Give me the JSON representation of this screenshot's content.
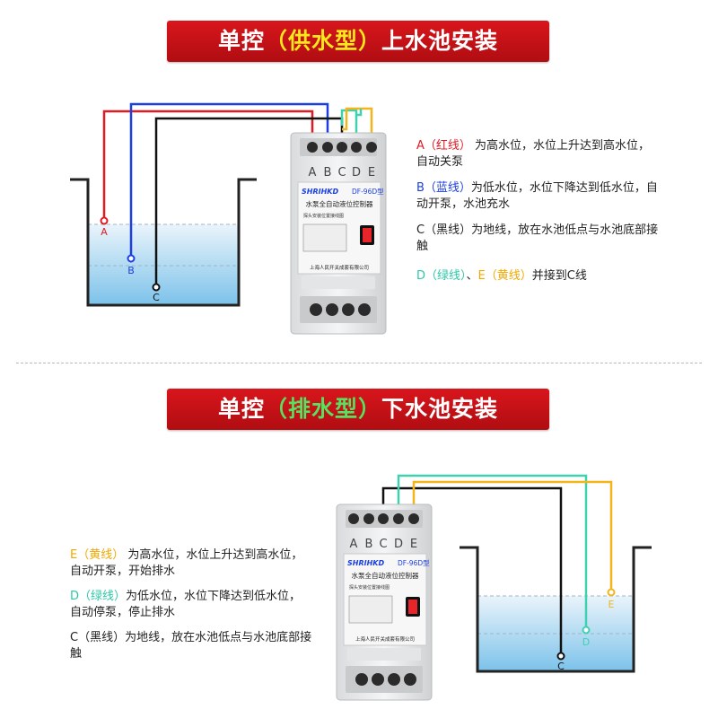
{
  "section1": {
    "title_part1": "单控",
    "title_part2": "（供水型）",
    "title_part3": "上水池安装",
    "desc_a_key": "A（红线）",
    "desc_a_text": "为高水位，水位上升达到高水位，自动关泵",
    "desc_b_key": "B（蓝线）",
    "desc_b_text": "为低水位，水位下降达到低水位，自动开泵，水池充水",
    "desc_c_key": "C（黑线）",
    "desc_c_text": "为地线，放在水池低点与水池底部接触",
    "desc_de_key1": "D（绿线）",
    "desc_de_sep": "、",
    "desc_de_key2": "E（黄线）",
    "desc_de_text": "并接到C线",
    "probe_labels": [
      "A",
      "B",
      "C"
    ]
  },
  "section2": {
    "title_part1": "单控",
    "title_part2": "（排水型）",
    "title_part3": "下水池安装",
    "desc_e_key": "E（黄线）",
    "desc_e_text": "为高水位，水位上升达到高水位，自动开泵，开始排水",
    "desc_d_key": "D（绿线）",
    "desc_d_text": "为低水位，水位下降达到低水位，自动停泵，停止排水",
    "desc_c_key": "C（黑线）",
    "desc_c_text": "为地线，放在水池低点与水池底部接触",
    "probe_labels": [
      "E",
      "D",
      "C"
    ]
  },
  "device": {
    "terminal_labels": [
      "A",
      "B",
      "C",
      "D",
      "E"
    ],
    "brand": "SHRIHKD",
    "model": "DF-96D型",
    "name": "水泵全自动液位控制器",
    "panel_caption": "探头安装位置接线图",
    "maker": "上海人民开关成套有限公司"
  },
  "colors": {
    "red": "#e01b22",
    "blue": "#1c3fe0",
    "black": "#111111",
    "green": "#3ed1b0",
    "yellow": "#f2b51c",
    "banner": "#c8141a"
  }
}
